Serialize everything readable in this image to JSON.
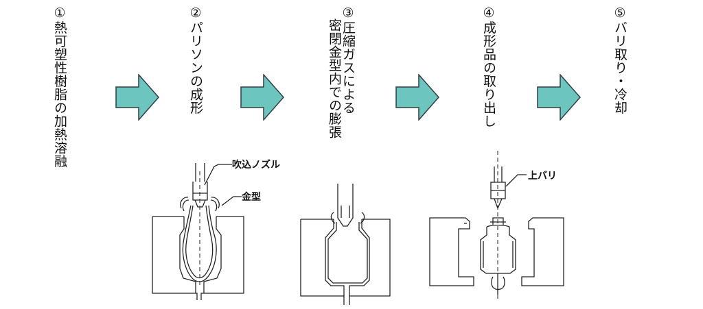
{
  "steps": {
    "s1": "①熱可塑性樹脂の加熱溶融",
    "s2": "②パリソンの成形",
    "s3_line1": "③圧縮ガスによる",
    "s3_line2": "密閉金型内での膨張",
    "s4": "④成形品の取り出し",
    "s5": "⑤バリ取り・冷却"
  },
  "labels": {
    "nozzle": "吹込ノズル",
    "mold": "金型",
    "top_flash": "上バリ"
  },
  "colors": {
    "arrow_fill": "#6cc6bf",
    "arrow_stroke": "#2f3e44",
    "line": "#222222"
  }
}
